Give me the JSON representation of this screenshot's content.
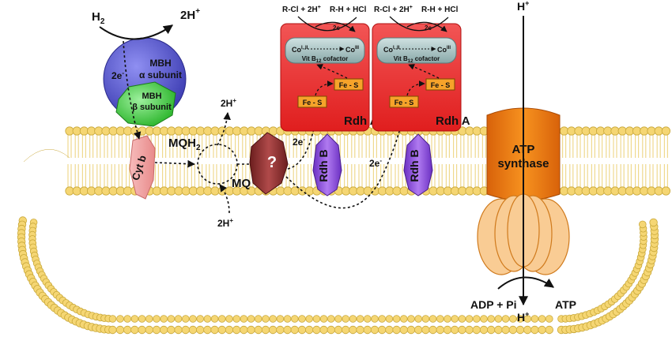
{
  "colors": {
    "lipid_head": "#f5d673",
    "lipid_head_stroke": "#c9a83a",
    "lipid_tail": "#efd98f",
    "mbh_alpha": "#4f4fc4",
    "mbh_beta": "#3fd13f",
    "cyt_b": "#f2a6a6",
    "unknown_protein": "#8a2a2a",
    "rdha_box": "#ef2b2b",
    "b12_bar": "#a9c3c3",
    "fe_s_box": "#f6a32a",
    "rdhb": "#8e4fd8",
    "atp_fo": "#f2780c",
    "atp_f1": "#f7c48a"
  },
  "labels": {
    "h2": "H",
    "h2_sub": "2",
    "twoh_plus_top": "2H",
    "plus": "+",
    "mbh_alpha_line1": "MBH",
    "mbh_alpha_line2": "α subunit",
    "mbh_beta_line1": "MBH",
    "mbh_beta_line2": "β subunit",
    "two_e": "2e",
    "minus": "-",
    "cyt_b": "Cyt b",
    "mqh2": "MQH",
    "mqh2_sub": "2",
    "mq": "MQ",
    "twoh_plus_upper": "2H",
    "twoh_plus_lower": "2H",
    "unknown": "?",
    "rdha_reactant": "R-Cl + 2H",
    "rdha_product": "R-H + HCl",
    "rdha_2e": "2e",
    "co_left": "Co",
    "co_left_sup": "I, II",
    "co_right": "Co",
    "co_right_sup": "III",
    "vit_b12": "Vit B",
    "vit_b12_sub": "12",
    "vit_b12_rest": " cofactor",
    "fe_s": "Fe - S",
    "rdha": "Rdh A",
    "rdhb": "Rdh B",
    "atp_synthase_line1": "ATP",
    "atp_synthase_line2": "synthase",
    "h_plus": "H",
    "adp_pi": "ADP + Pi",
    "atp": "ATP"
  }
}
